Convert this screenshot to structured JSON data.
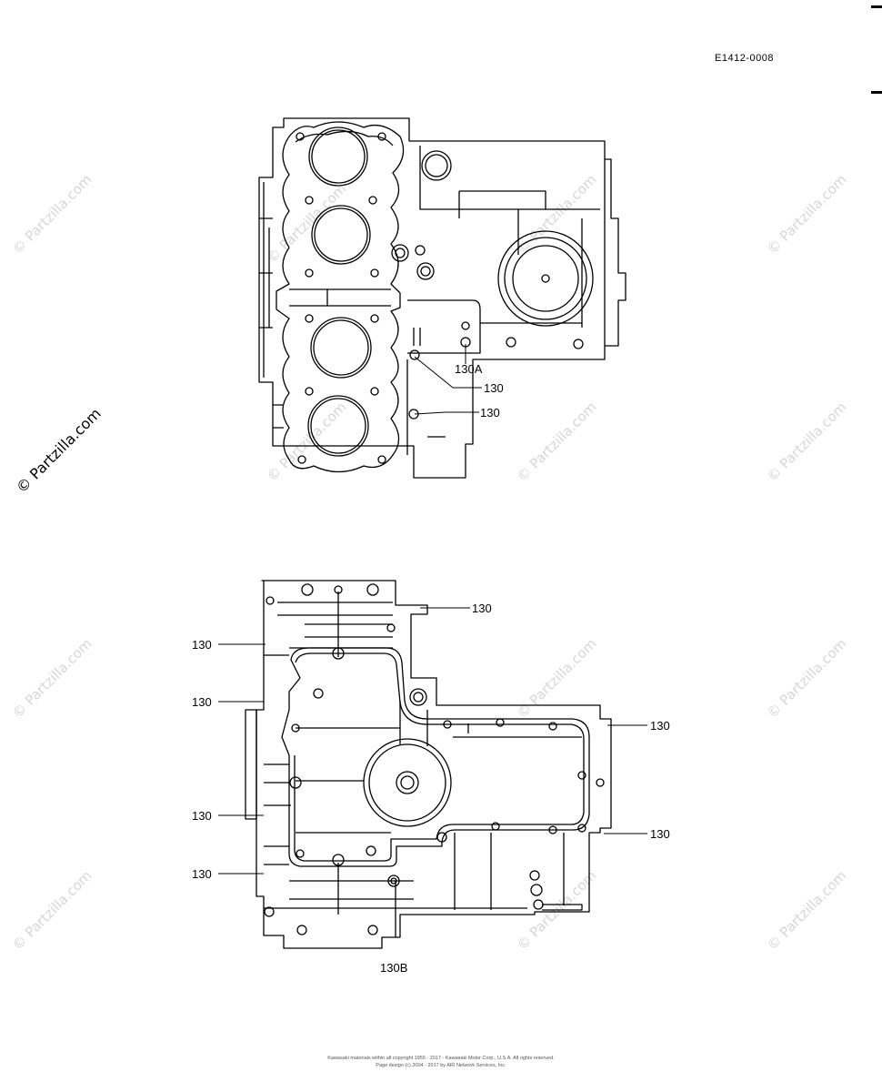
{
  "header": {
    "doc_code": "E1412-0008"
  },
  "watermark": {
    "text": "© Partzilla.com"
  },
  "upper_view": {
    "callouts": [
      {
        "id": "a",
        "label": "130A"
      },
      {
        "id": "b",
        "label": "130"
      },
      {
        "id": "c",
        "label": "130"
      }
    ]
  },
  "lower_view": {
    "callouts": [
      {
        "id": "top",
        "label": "130"
      },
      {
        "id": "l1",
        "label": "130"
      },
      {
        "id": "l2",
        "label": "130"
      },
      {
        "id": "l3",
        "label": "130"
      },
      {
        "id": "l4",
        "label": "130"
      },
      {
        "id": "r1",
        "label": "130"
      },
      {
        "id": "r2",
        "label": "130"
      },
      {
        "id": "bottom",
        "label": "130B"
      }
    ]
  },
  "footer": {
    "line1": "Kawasaki materials within all copyright 1955 - 2017 - Kawasaki Motor Corp., U.S.A. All rights reserved.",
    "line2": "Page design (c) 2004 - 2017 by ARI Network Services, Inc."
  }
}
